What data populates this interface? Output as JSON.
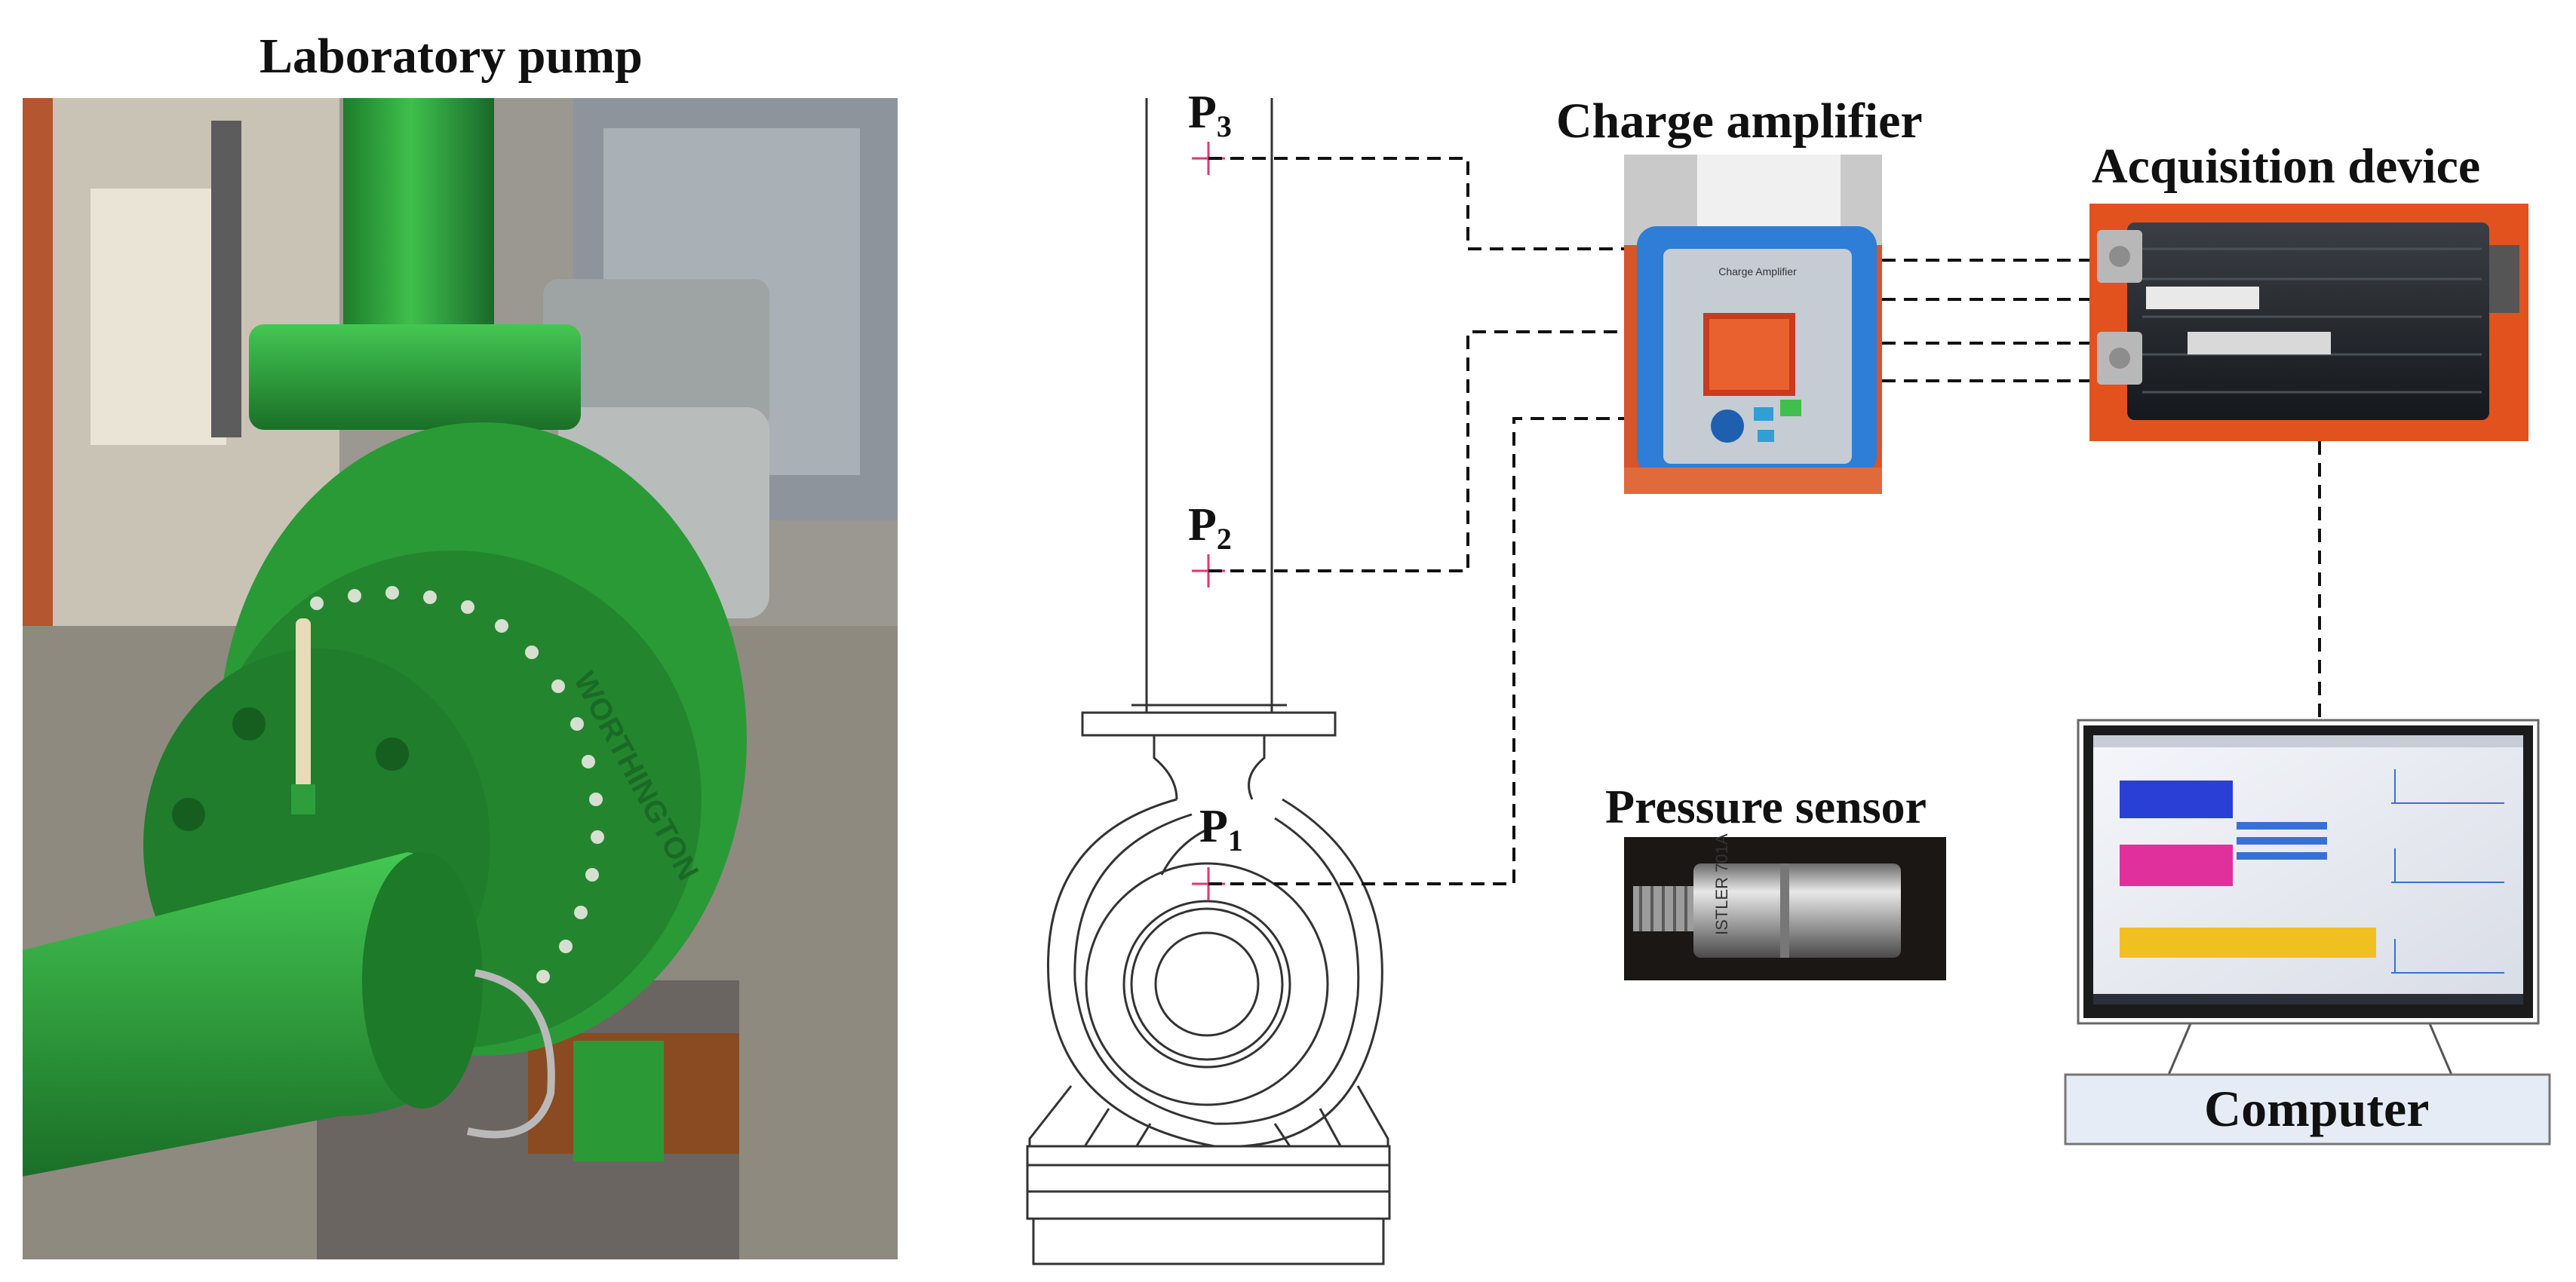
{
  "labels": {
    "laboratory_pump": "Laboratory pump",
    "charge_amplifier": "Charge amplifier",
    "acquisition_device": "Acquisition device",
    "pressure_sensor": "Pressure sensor",
    "computer": "Computer"
  },
  "sensor_points": [
    {
      "letter": "P",
      "index": "3"
    },
    {
      "letter": "P",
      "index": "2"
    },
    {
      "letter": "P",
      "index": "1"
    }
  ],
  "device_text": {
    "amplifier_brand": "Charge Amplifier",
    "sensor_engraving": "ISTLER 701A",
    "pump_casting": "WORTHINGTON"
  },
  "colors": {
    "pump_green": "#2e9e3c",
    "marker_pink": "#e8336f",
    "amplifier_blue": "#2e7dd6",
    "acquisition_orange": "#e2521e",
    "computer_base": "#e6ecf6",
    "line": "#111111"
  }
}
